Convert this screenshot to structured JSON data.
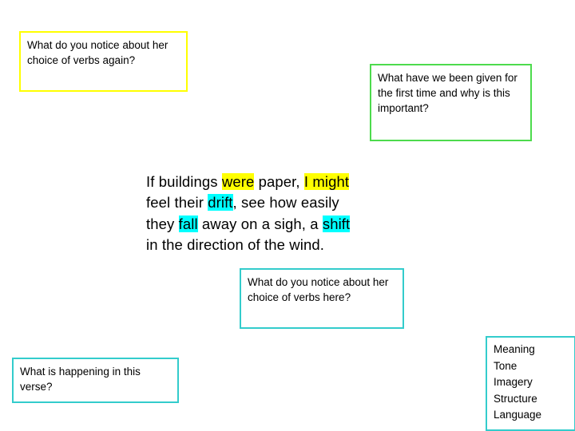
{
  "slide": {
    "callouts": [
      {
        "id": "verbs-again",
        "text": "What do you notice about her choice of verbs again?",
        "border_color": "#ffff00"
      },
      {
        "id": "first-time",
        "text": "What have we been given for the first time and why is this important?",
        "border_color": "#4ddb4d"
      },
      {
        "id": "verbs-here",
        "text": "What do you notice about her choice of verbs here?",
        "border_color": "#33cccc"
      },
      {
        "id": "happening",
        "text": "What is happening in this verse?",
        "border_color": "#33cccc"
      }
    ],
    "terms_box": {
      "border_color": "#33cccc",
      "items": [
        "Meaning",
        "Tone",
        "Imagery",
        "Structure",
        "Language"
      ]
    },
    "poem": {
      "lines": [
        [
          {
            "text": "If buildings ",
            "highlight": "none"
          },
          {
            "text": "were",
            "highlight": "yellow"
          },
          {
            "text": " paper, ",
            "highlight": "none"
          },
          {
            "text": "I might",
            "highlight": "yellow"
          }
        ],
        [
          {
            "text": "feel their ",
            "highlight": "none"
          },
          {
            "text": "drift",
            "highlight": "cyan"
          },
          {
            "text": ", see how easily",
            "highlight": "none"
          }
        ],
        [
          {
            "text": "they ",
            "highlight": "none"
          },
          {
            "text": "fall",
            "highlight": "cyan"
          },
          {
            "text": " away on a sigh, a ",
            "highlight": "none"
          },
          {
            "text": "shift",
            "highlight": "cyan"
          }
        ],
        [
          {
            "text": "in the direction of the wind.",
            "highlight": "none"
          }
        ]
      ]
    }
  }
}
